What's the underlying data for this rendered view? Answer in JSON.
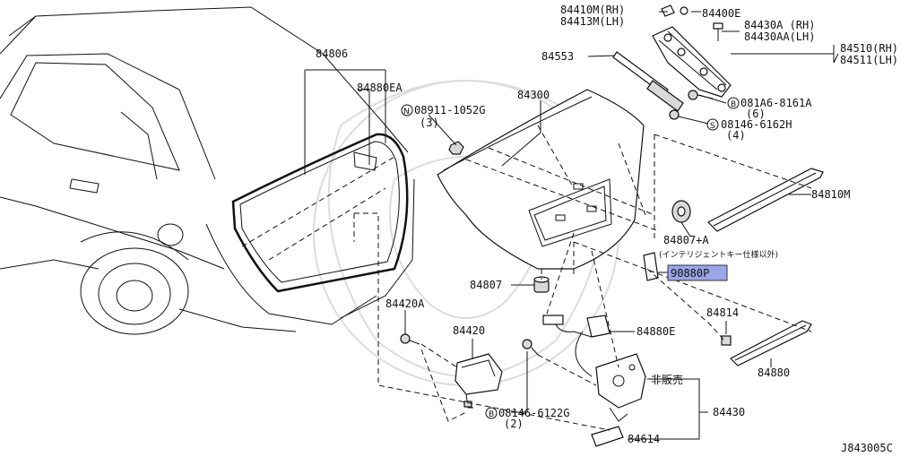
{
  "diagram_code": "J843005C",
  "part_callouts": {
    "p84806": "84806",
    "p84880ea": "84880EA",
    "p08911": "08911-1052G",
    "p08911_qty": "(3)",
    "p84300": "84300",
    "p84410m": "84410M(RH)",
    "p84413m": "84413M(LH)",
    "p84400e": "84400E",
    "p84430a": "84430A (RH)",
    "p84430aa": "84430AA(LH)",
    "p84510": "84510(RH)",
    "p84511": "84511(LH)",
    "p84553": "84553",
    "p081a6": "081A6-8161A",
    "p081a6_qty": "(6)",
    "p08146a": "08146-6162H",
    "p08146a_qty": "(4)",
    "p84810m": "84810M",
    "p84807a": "84807+A",
    "p84807a_note": "(インテリジェントキー仕様以外)",
    "p90880p": "90880P",
    "p84807": "84807",
    "p84420a": "84420A",
    "p84420": "84420",
    "p84880e": "84880E",
    "p84814": "84814",
    "p84880": "84880",
    "p_hihanbai": "非販売",
    "p84430": "84430",
    "p08146b": "08146-6122G",
    "p08146b_qty": "(2)",
    "p84614": "84614",
    "circle_n": "N",
    "circle_b": "B",
    "circle_s": "S"
  },
  "highlight_color": "#9aa6e6"
}
